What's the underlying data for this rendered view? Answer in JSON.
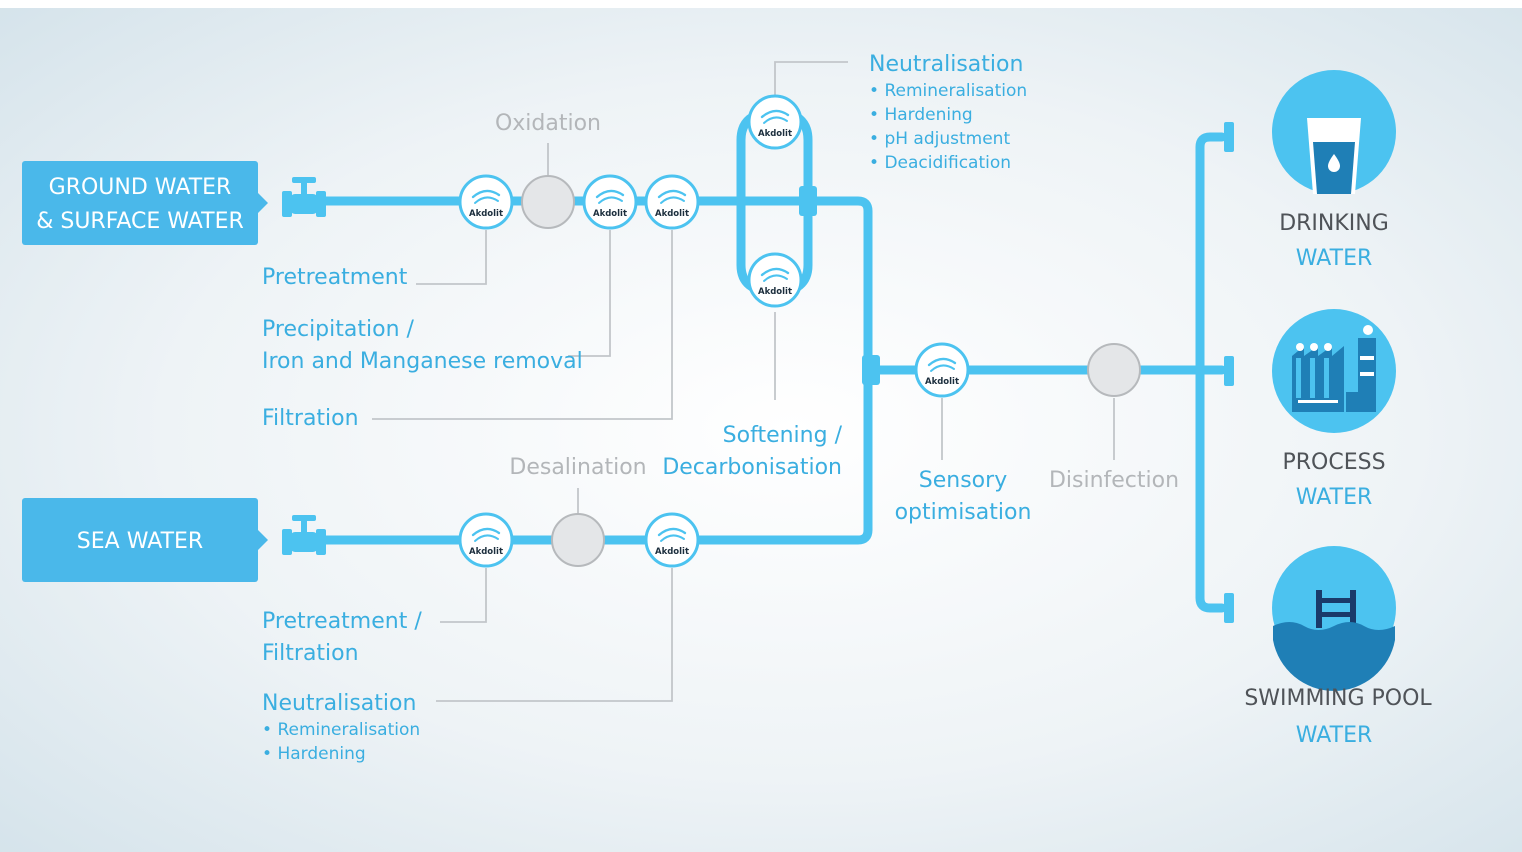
{
  "sources": {
    "ground": {
      "line1": "GROUND WATER",
      "line2": "& SURFACE WATER"
    },
    "sea": {
      "line1": "SEA WATER"
    }
  },
  "brand": "Akdolit",
  "stages": {
    "oxidation": "Oxidation",
    "desalination": "Desalination",
    "disinfection": "Disinfection",
    "pretreatment": "Pretreatment",
    "precipitation": {
      "line1": "Precipitation /",
      "line2": "Iron and Manganese removal"
    },
    "filtration": "Filtration",
    "softening": {
      "line1": "Softening /",
      "line2": "Decarbonisation"
    },
    "sensory": {
      "line1": "Sensory",
      "line2": "optimisation"
    },
    "neutralisation_top": {
      "title": "Neutralisation",
      "items": [
        "Remineralisation",
        "Hardening",
        "pH adjustment",
        "Deacidification"
      ]
    },
    "sea_pretreatment": {
      "line1": "Pretreatment /",
      "line2": "Filtration"
    },
    "neutralisation_bottom": {
      "title": "Neutralisation",
      "items": [
        "Remineralisation",
        "Hardening"
      ]
    }
  },
  "destinations": {
    "drinking": {
      "top": "DRINKING",
      "bottom": "WATER",
      "icon": "drinking-glass-icon"
    },
    "process": {
      "top": "PROCESS",
      "bottom": "WATER",
      "icon": "factory-icon"
    },
    "pool": {
      "top": "SWIMMING POOL",
      "bottom": "WATER",
      "icon": "pool-ladder-icon"
    }
  },
  "colors": {
    "pipe": "#4cc3f0",
    "box": "#4ab8ea",
    "text_blue": "#3aaee0",
    "text_grey": "#b3b6b9",
    "text_dark": "#4f5358",
    "circle_dest": "#4cc3f0"
  }
}
